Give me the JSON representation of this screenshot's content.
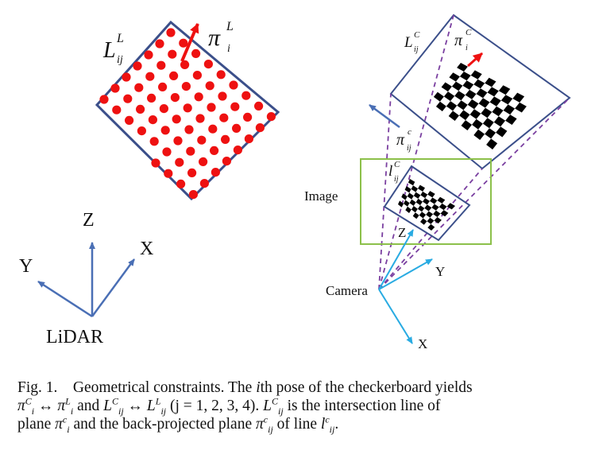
{
  "figure": {
    "lidar_frame": {
      "axis_z": "Z",
      "axis_y": "Y",
      "axis_x": "X",
      "name": "LiDAR"
    },
    "camera_frame": {
      "axis_z": "Z",
      "axis_y": "Y",
      "axis_x": "X",
      "name": "Camera"
    },
    "image_label": "Image",
    "lidar_board": {
      "edge_label_base": "L",
      "edge_label_sub": "ij",
      "edge_label_sup": "L",
      "normal_label_base": "π",
      "normal_label_sub": "i",
      "normal_label_sup": "L"
    },
    "camera_board": {
      "edge_label_base": "L",
      "edge_label_sub": "ij",
      "edge_label_sup": "C",
      "normal_label_base": "π",
      "normal_label_sub": "i",
      "normal_label_sup": "C"
    },
    "backprojected_plane": {
      "label_base": "π",
      "label_sub": "ij",
      "label_sup": "c"
    },
    "image_line": {
      "label_base": "l",
      "label_sub": "ij",
      "label_sup": "C"
    },
    "colors": {
      "frame_blue": "#4a6fb5",
      "camera_cyan": "#29abe2",
      "point_red": "#ee1111",
      "image_green": "#8cc04a",
      "dash_purple": "#7a3fa0",
      "border_navy": "#3b4f8a"
    }
  },
  "caption": {
    "prefix": "Fig. 1.",
    "s1": "Geometrical constraints. The",
    "ith": "i",
    "s2": "th pose of the checkerboard yields",
    "pi": "π",
    "L": "L",
    "l": "l",
    "sup_C": "C",
    "sup_L": "L",
    "sup_c": "c",
    "sub_i": "i",
    "sub_ij": "ij",
    "arrow": " ↔ ",
    "and": " and ",
    "range": " (j = 1, 2, 3, 4). ",
    "s3": " is the intersection line of",
    "s4": "plane",
    "s5": " and the back-projected plane",
    "s6": " of line",
    "period": "."
  }
}
